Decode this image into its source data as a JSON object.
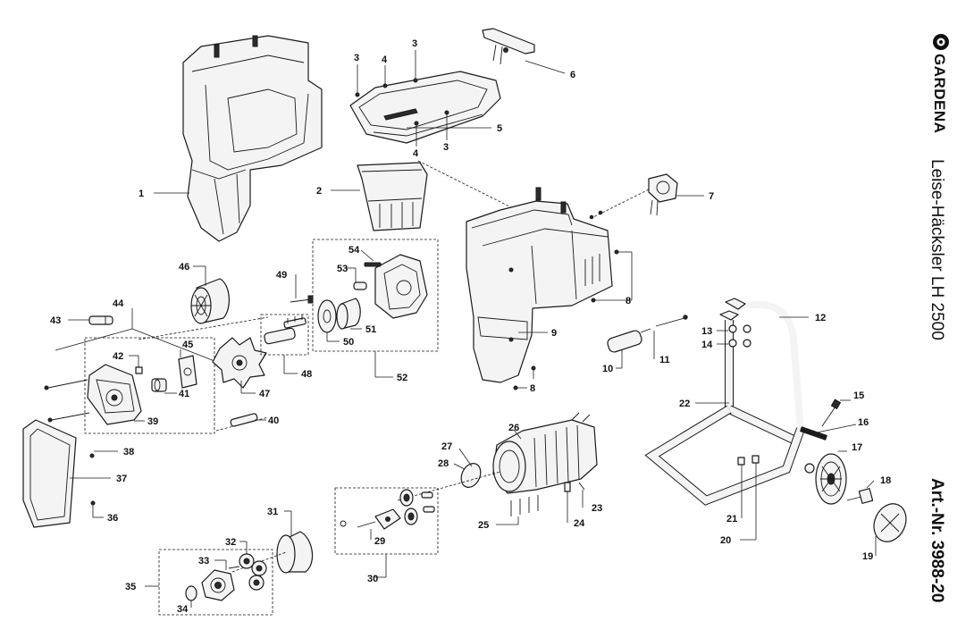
{
  "brand": {
    "name": "GARDENA"
  },
  "product": {
    "name": "Leise-Häcksler LH 2500"
  },
  "article": {
    "number": "Art.-Nr. 3988-20"
  },
  "callouts": {
    "c1": "1",
    "c2": "2",
    "c3a": "3",
    "c3b": "3",
    "c3c": "3",
    "c4a": "4",
    "c4b": "4",
    "c5": "5",
    "c6": "6",
    "c7": "7",
    "c8a": "8",
    "c8b": "8",
    "c9": "9",
    "c10": "10",
    "c11": "11",
    "c12": "12",
    "c13": "13",
    "c14": "14",
    "c15": "15",
    "c16": "16",
    "c17": "17",
    "c18": "18",
    "c19": "19",
    "c20": "20",
    "c21": "21",
    "c22": "22",
    "c23": "23",
    "c24": "24",
    "c25": "25",
    "c26": "26",
    "c27": "27",
    "c28": "28",
    "c29": "29",
    "c30": "30",
    "c31": "31",
    "c32": "32",
    "c33": "33",
    "c34": "34",
    "c35": "35",
    "c36": "36",
    "c37": "37",
    "c38": "38",
    "c39": "39",
    "c40": "40",
    "c41": "41",
    "c42": "42",
    "c43": "43",
    "c44": "44",
    "c45": "45",
    "c46": "46",
    "c47": "47",
    "c48": "48",
    "c49": "49",
    "c50": "50",
    "c51": "51",
    "c52": "52",
    "c53": "53",
    "c54": "54"
  }
}
